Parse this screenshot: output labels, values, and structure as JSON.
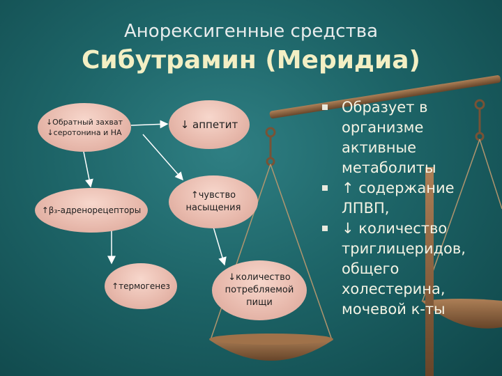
{
  "header": {
    "subtitle": "Анорексигенные средства",
    "title": "Сибутрамин (Меридиа)"
  },
  "diagram": {
    "nodes": {
      "reuptake": {
        "line1": "↓Обратный захват",
        "line2": "↓серотонина и НА"
      },
      "appetite": {
        "line1": "↓ аппетит"
      },
      "satiety": {
        "line1": "↑чувство",
        "line2": "насыщения"
      },
      "beta3": {
        "line1": "↑β₃-адренорецепторы"
      },
      "thermogenesis": {
        "line1": "↑термогенез"
      },
      "food": {
        "line1": "↓количество",
        "line2": "потребляемой",
        "line3": "пищи"
      }
    },
    "colors": {
      "node_fill": "#e7b8ab",
      "arrow": "#ffffff"
    }
  },
  "bullets": [
    {
      "text": "Образует в организме активные метаболиты"
    },
    {
      "text": "↑ содержание ЛПВП,"
    },
    {
      "text": "↓ количество триглицеридов, общего холестерина, мочевой к-ты"
    }
  ],
  "colors": {
    "background": "#1d6467",
    "title": "#f3efc4",
    "scale": "#8a5a35"
  }
}
